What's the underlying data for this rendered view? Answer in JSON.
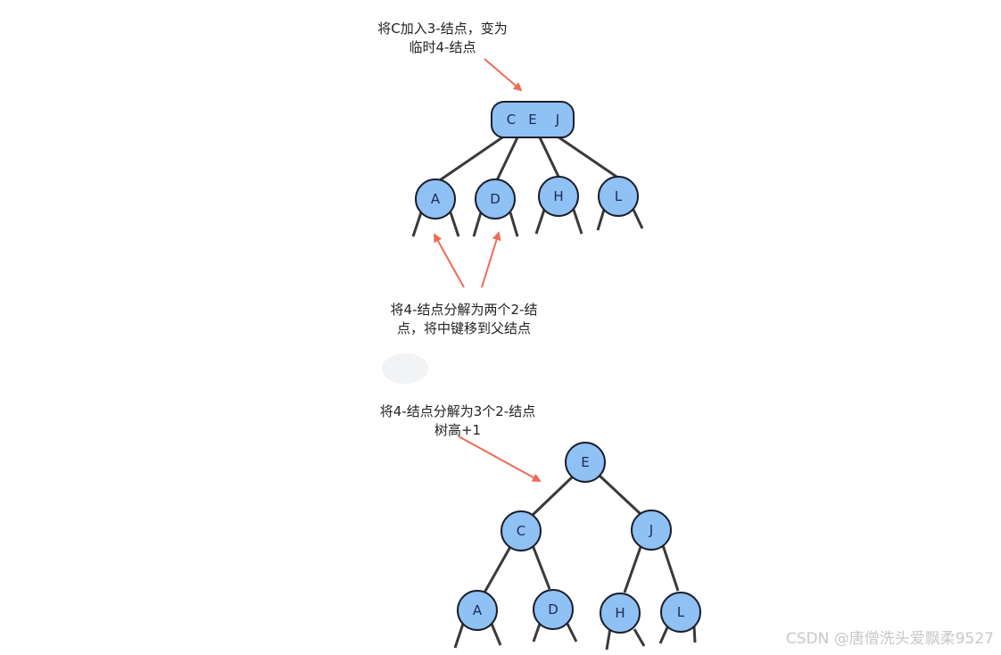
{
  "colors": {
    "node_fill": "#8fc1f4",
    "node_stroke": "#1b1f2a",
    "edge": "#3a3a3a",
    "arrow": "#ee6b57",
    "text": "#222222"
  },
  "annotations": {
    "step1": {
      "line1": "将C加入3-结点，变为",
      "line2": "临时4-结点"
    },
    "step2": {
      "line1": "将4-结点分解为两个2-结",
      "line2": "点，将中键移到父结点"
    },
    "step3": {
      "line1": "将4-结点分解为3个2-结点",
      "line2": "树高+1"
    }
  },
  "top_tree": {
    "root_keys": [
      "C",
      "E",
      "J"
    ],
    "children": [
      "A",
      "D",
      "H",
      "L"
    ]
  },
  "bottom_tree": {
    "root": "E",
    "level2": [
      "C",
      "J"
    ],
    "leaves": [
      "A",
      "D",
      "H",
      "L"
    ]
  },
  "watermark": "CSDN @唐僧洗头爱飘柔9527"
}
